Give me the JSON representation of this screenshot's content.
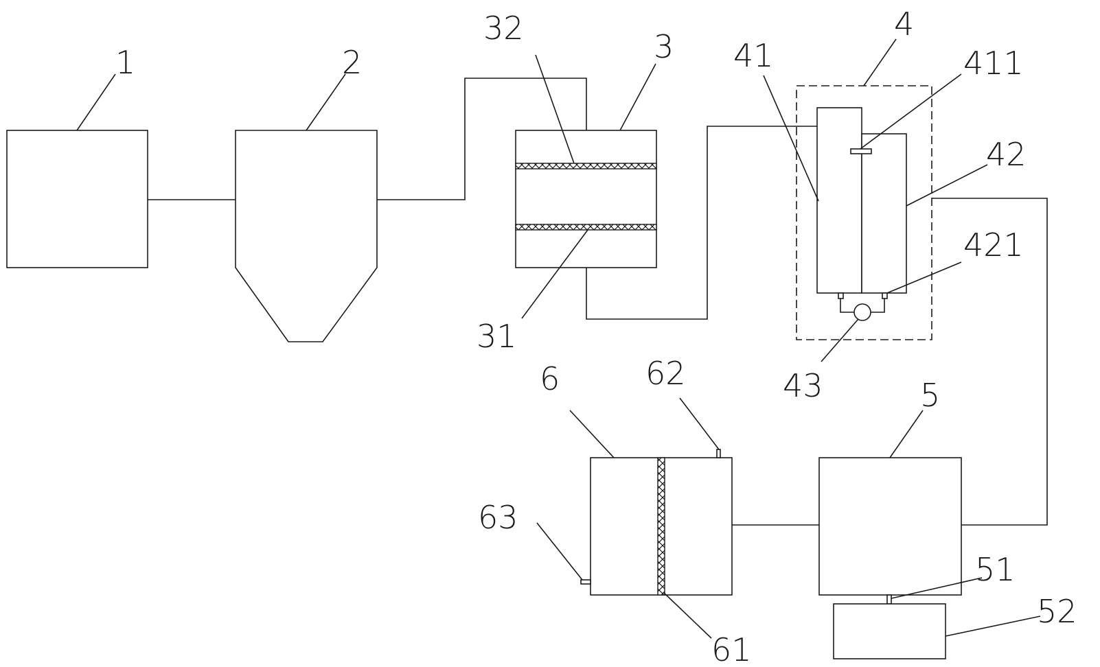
{
  "colors": {
    "stroke": "#1a1a1a",
    "background": "#ffffff"
  },
  "labels": {
    "l1": "1",
    "l2": "2",
    "l3": "3",
    "l4": "4",
    "l5": "5",
    "l6": "6",
    "l31": "31",
    "l32": "32",
    "l41": "41",
    "l42": "42",
    "l43": "43",
    "l51": "51",
    "l52": "52",
    "l61": "61",
    "l62": "62",
    "l63": "63",
    "l411": "411",
    "l421": "421"
  }
}
